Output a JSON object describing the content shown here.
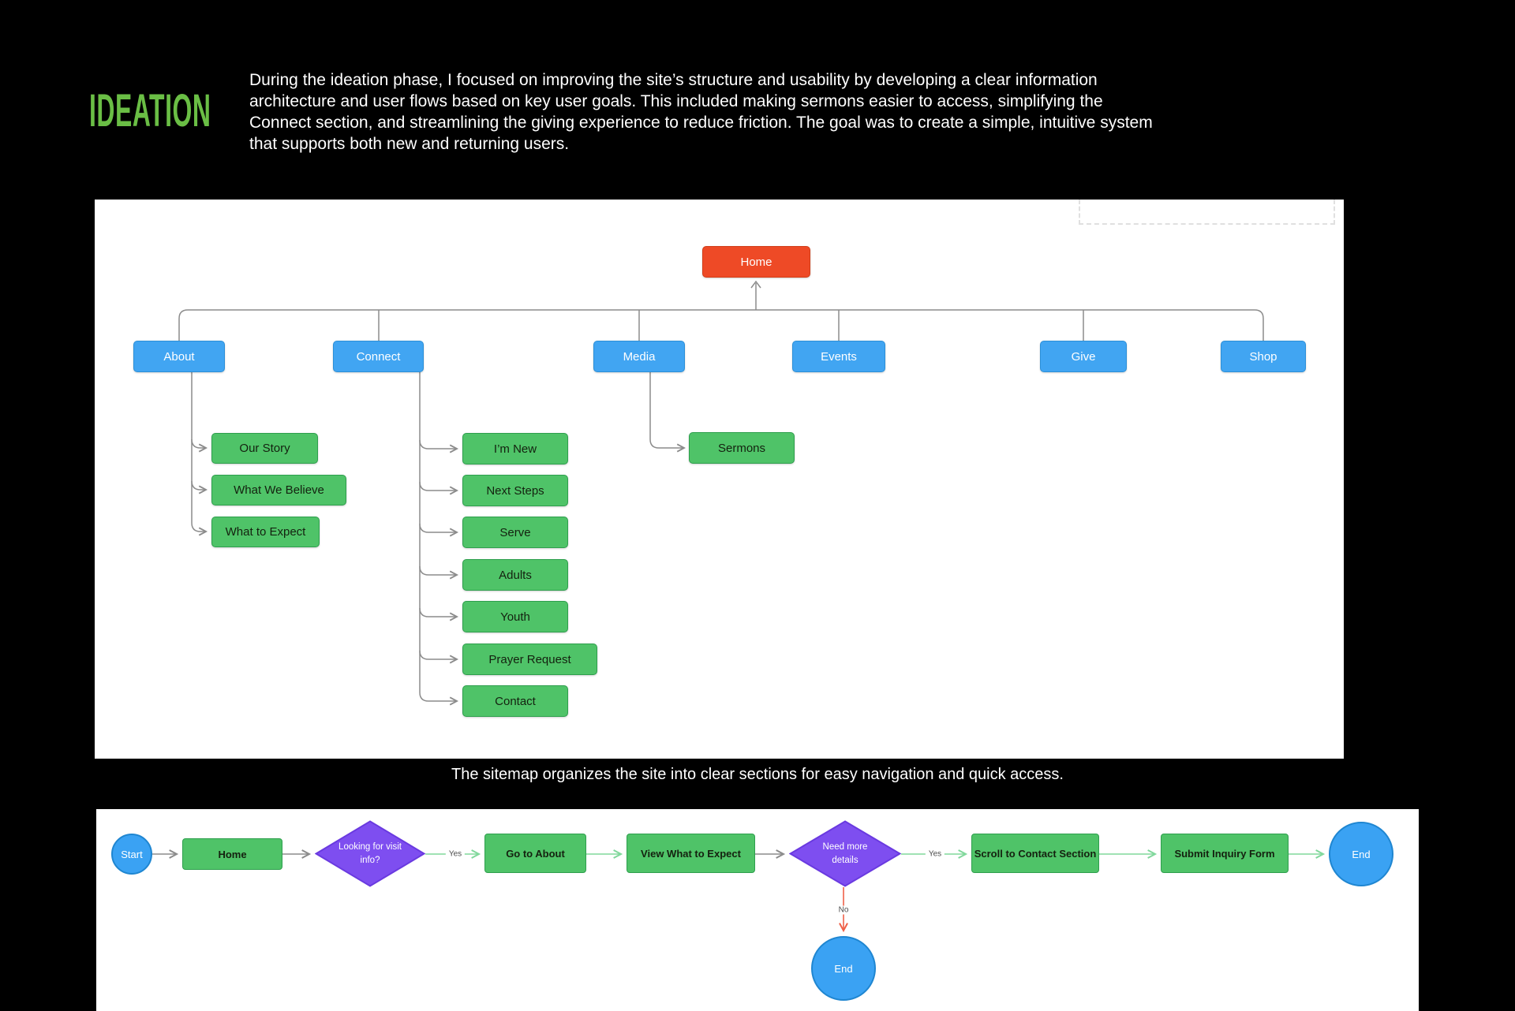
{
  "header": {
    "title": "IDEATION",
    "intro": "During the ideation phase, I focused on improving the site’s structure and usability by developing a clear information architecture and user flows based on key user goals. This included making sermons easier to access, simplifying the Connect section, and streamlining the giving experience to reduce friction. The goal was to create a simple, intuitive system that supports both new and returning users."
  },
  "sitemap": {
    "caption": "The sitemap organizes the site into clear sections for easy navigation and quick access.",
    "root": "Home",
    "sections": [
      {
        "label": "About",
        "children": [
          "Our Story",
          "What We Believe",
          "What to Expect"
        ]
      },
      {
        "label": "Connect",
        "children": [
          "I’m New",
          "Next Steps",
          "Serve",
          "Adults",
          "Youth",
          "Prayer Request",
          "Contact"
        ]
      },
      {
        "label": "Media",
        "children": [
          "Sermons"
        ]
      },
      {
        "label": "Events",
        "children": []
      },
      {
        "label": "Give",
        "children": []
      },
      {
        "label": "Shop",
        "children": []
      }
    ]
  },
  "userflow": {
    "start": "Start",
    "steps": {
      "home": "Home",
      "decision_visit": "Looking for visit info?",
      "go_to_about": "Go to About",
      "view_what_to_expect": "View  What to Expect",
      "decision_details": "Need more details",
      "scroll_contact": "Scroll to Contact Section",
      "submit_form": "Submit Inquiry Form"
    },
    "end_main": "End",
    "end_no": "End",
    "labels": {
      "yes_visit": "Yes",
      "yes_details": "Yes",
      "no_details": "No"
    }
  },
  "colors": {
    "background": "#000000",
    "heading_green": "#6abe45",
    "panel_white": "#ffffff",
    "node_blue": "#41a5f2",
    "node_green": "#4fc368",
    "node_red": "#ee4a26",
    "node_purple": "#7e4ef0",
    "circle_blue": "#3aa2f3",
    "edge_gray": "#8c8c8c",
    "edge_green": "#81d89c",
    "edge_red": "#ef6048"
  }
}
